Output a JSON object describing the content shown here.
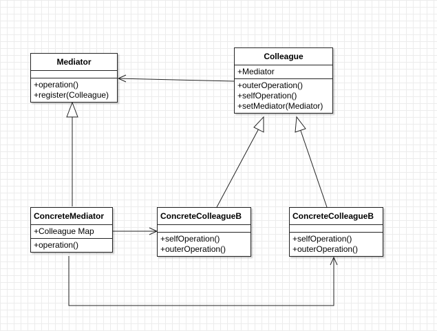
{
  "classes": {
    "mediator": {
      "name": "Mediator",
      "attributes": [],
      "operations": [
        "+operation()",
        "+register(Colleague)"
      ]
    },
    "colleague": {
      "name": "Colleague",
      "attributes": [
        "+Mediator"
      ],
      "operations": [
        "+outerOperation()",
        "+selfOperation()",
        "+setMediator(Mediator)"
      ]
    },
    "concrete_mediator": {
      "name": "ConcreteMediator",
      "attributes": [
        "+Colleague Map"
      ],
      "operations": [
        "+operation()"
      ]
    },
    "concrete_colleague_1": {
      "name": "ConcreteColleagueB",
      "attributes": [],
      "operations": [
        "+selfOperation()",
        "+outerOperation()"
      ]
    },
    "concrete_colleague_2": {
      "name": "ConcreteColleagueB",
      "attributes": [],
      "operations": [
        "+selfOperation()",
        "+outerOperation()"
      ]
    }
  },
  "relations": [
    {
      "from": "colleague",
      "to": "mediator",
      "type": "association"
    },
    {
      "from": "concrete_mediator",
      "to": "mediator",
      "type": "generalization"
    },
    {
      "from": "concrete_colleague_1",
      "to": "colleague",
      "type": "generalization"
    },
    {
      "from": "concrete_colleague_2",
      "to": "colleague",
      "type": "generalization"
    },
    {
      "from": "concrete_mediator",
      "to": "concrete_colleague_1",
      "type": "association"
    },
    {
      "from": "concrete_mediator",
      "to": "concrete_colleague_2",
      "type": "association"
    }
  ],
  "colors": {
    "line": "#222222",
    "grid": "#ececec",
    "box": "#ffffff"
  }
}
